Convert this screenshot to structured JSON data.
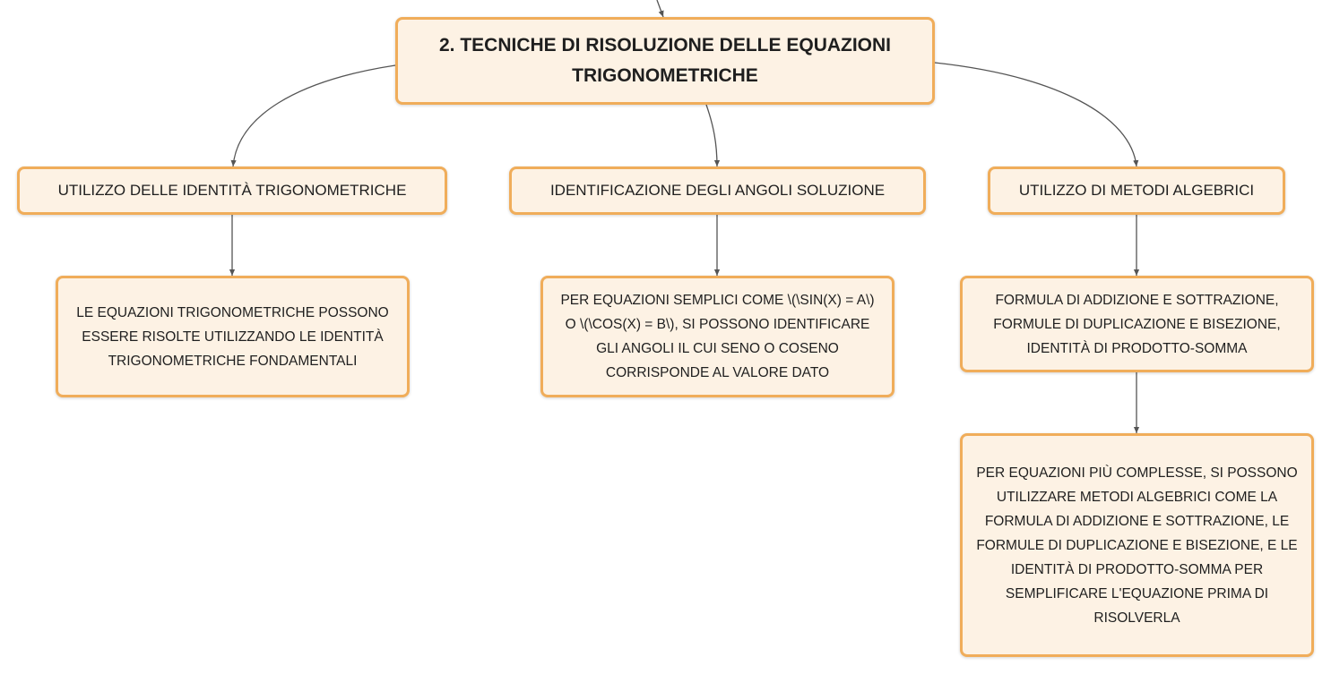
{
  "colors": {
    "node_fill": "#fdf2e4",
    "node_border": "#f0ad5a",
    "connector": "#555555"
  },
  "root": {
    "title": "2. TECNICHE DI RISOLUZIONE DELLE EQUAZIONI TRIGONOMETRICHE"
  },
  "branches": [
    {
      "label": "UTILIZZO DELLE IDENTITÀ TRIGONOMETRICHE",
      "children": [
        {
          "text": "LE EQUAZIONI TRIGONOMETRICHE POSSONO ESSERE RISOLTE UTILIZZANDO LE IDENTITÀ TRIGONOMETRICHE FONDAMENTALI"
        }
      ]
    },
    {
      "label": "IDENTIFICAZIONE DEGLI ANGOLI SOLUZIONE",
      "children": [
        {
          "text": "PER EQUAZIONI SEMPLICI COME \\(\\SIN(X) = A\\) O \\(\\COS(X) = B\\), SI POSSONO IDENTIFICARE GLI ANGOLI IL CUI SENO O COSENO CORRISPONDE AL VALORE DATO"
        }
      ]
    },
    {
      "label": "UTILIZZO DI METODI ALGEBRICI",
      "children": [
        {
          "text": "FORMULA DI ADDIZIONE E SOTTRAZIONE, FORMULE DI DUPLICAZIONE E BISEZIONE, IDENTITÀ DI PRODOTTO-SOMMA"
        },
        {
          "text": "PER EQUAZIONI PIÙ COMPLESSE, SI POSSONO UTILIZZARE METODI ALGEBRICI COME LA FORMULA DI ADDIZIONE E SOTTRAZIONE, LE FORMULE DI DUPLICAZIONE E BISEZIONE, E LE IDENTITÀ DI PRODOTTO-SOMMA PER SEMPLIFICARE L'EQUAZIONE PRIMA DI RISOLVERLA"
        }
      ]
    }
  ]
}
